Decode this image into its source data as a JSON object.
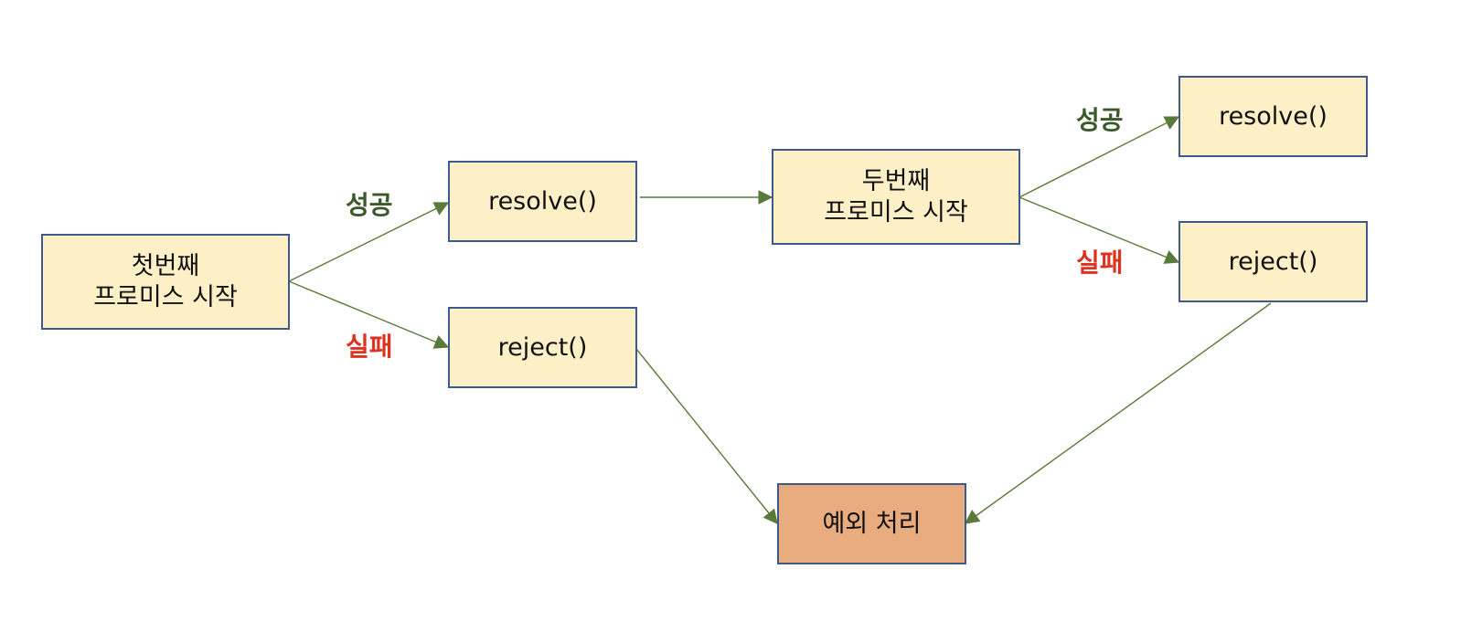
{
  "nodes": {
    "first_start": [
      "첫번째",
      "프로미스 시작"
    ],
    "resolve_1": "resolve()",
    "reject_1": "reject()",
    "second_start": [
      "두번째",
      "프로미스 시작"
    ],
    "resolve_2": "resolve()",
    "reject_2": "reject()",
    "exception": "예외 처리"
  },
  "labels": {
    "success": "성공",
    "failure": "실패"
  },
  "colors": {
    "box_fill": "#fdf0c6",
    "box_border": "#3e5a8a",
    "exception_fill": "#e8ac7e",
    "arrow": "#5a7a3a",
    "success_text": "#3b5a2a",
    "failure_text": "#e0301e"
  }
}
